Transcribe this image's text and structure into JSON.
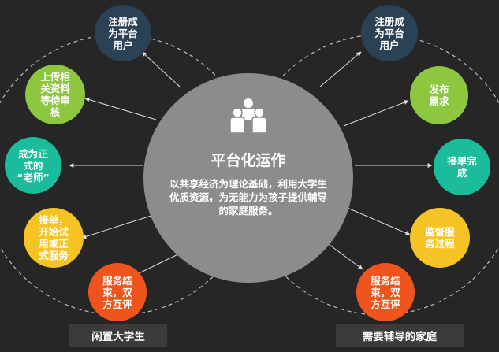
{
  "hub": {
    "title": "平台化运作",
    "text": "以共享经济为理论基础，利用大学生优质资源，为无能力为孩子提供辅导的家庭服务。",
    "icon": "people-group-icon"
  },
  "left_nodes": [
    {
      "label": "注册成\n为平台\n用户",
      "color": "#2b4256"
    },
    {
      "label": "上传相\n关资料\n等待审\n核",
      "color": "#8dc63f"
    },
    {
      "label": "成为正\n式的\n“老师”",
      "color": "#1abc9c"
    },
    {
      "label": "接单，\n开始试\n用或正\n式服务",
      "color": "#f6c324"
    },
    {
      "label": "服务结\n束，双\n方互评",
      "color": "#f0541d"
    }
  ],
  "right_nodes": [
    {
      "label": "注册成\n为平台\n用户",
      "color": "#2b4256"
    },
    {
      "label": "发布\n需求",
      "color": "#8dc63f"
    },
    {
      "label": "接单完\n成",
      "color": "#1abc9c"
    },
    {
      "label": "监督服\n务过程",
      "color": "#f6c324"
    },
    {
      "label": "服务结\n束，双\n方互评",
      "color": "#f0541d"
    }
  ],
  "panels": {
    "left": "闲置大学生",
    "right": "需要辅导的家庭"
  }
}
